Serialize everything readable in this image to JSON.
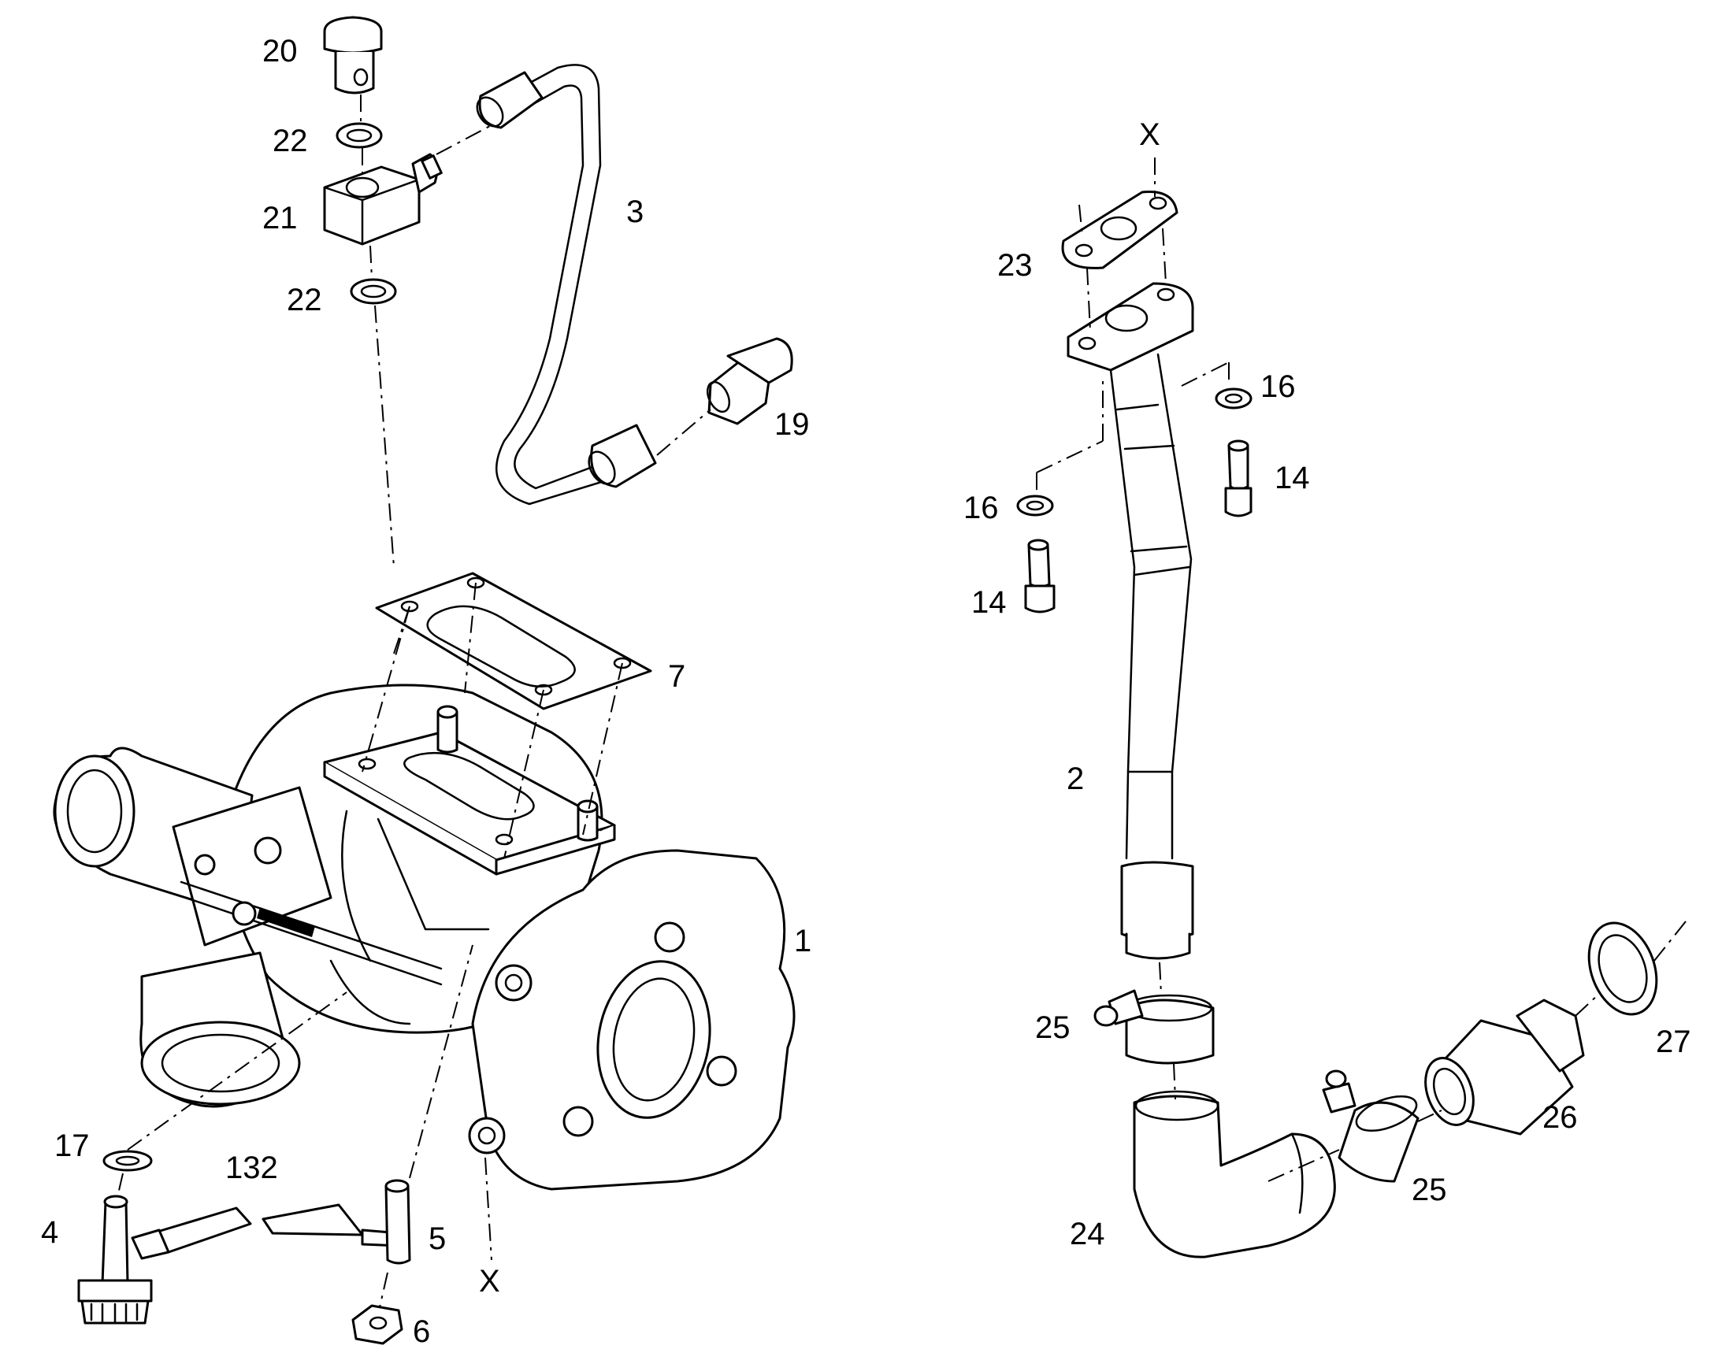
{
  "callouts": {
    "c1": "1",
    "c2": "2",
    "c3": "3",
    "c4": "4",
    "c5": "5",
    "c6": "6",
    "c7": "7",
    "c14a": "14",
    "c14b": "14",
    "c16a": "16",
    "c16b": "16",
    "c17": "17",
    "c19": "19",
    "c20": "20",
    "c21": "21",
    "c22a": "22",
    "c22b": "22",
    "c23": "23",
    "c24": "24",
    "c25a": "25",
    "c25b": "25",
    "c26": "26",
    "c27": "27",
    "c132": "132",
    "xa": "X",
    "xb": "X"
  },
  "colors": {
    "line": "#000000",
    "background": "#ffffff"
  }
}
